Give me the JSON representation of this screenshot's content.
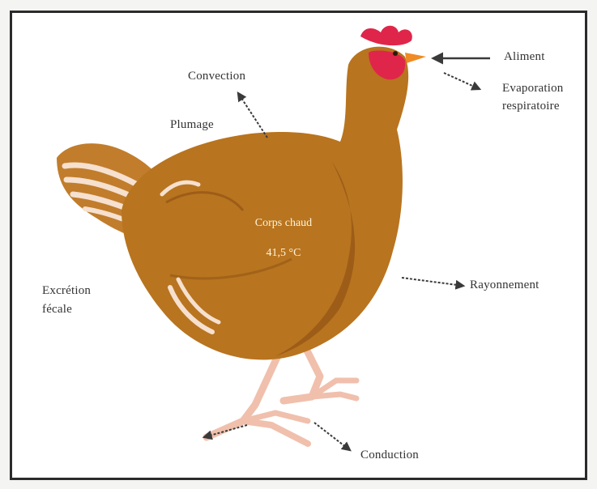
{
  "labels": {
    "aliment": "Aliment",
    "evaporation_line1": "Evaporation",
    "evaporation_line2": "respiratoire",
    "convection": "Convection",
    "plumage": "Plumage",
    "corps_chaud": "Corps chaud",
    "temperature": "41,5 °C",
    "excretion_line1": "Excrétion",
    "excretion_line2": "fécale",
    "rayonnement": "Rayonnement",
    "conduction": "Conduction"
  },
  "colors": {
    "body": "#b8741f",
    "body_dark": "#8a4f14",
    "comb": "#e0254a",
    "beak": "#f08a24",
    "legs": "#f0c0ad",
    "arrow": "#3a3a3a"
  }
}
